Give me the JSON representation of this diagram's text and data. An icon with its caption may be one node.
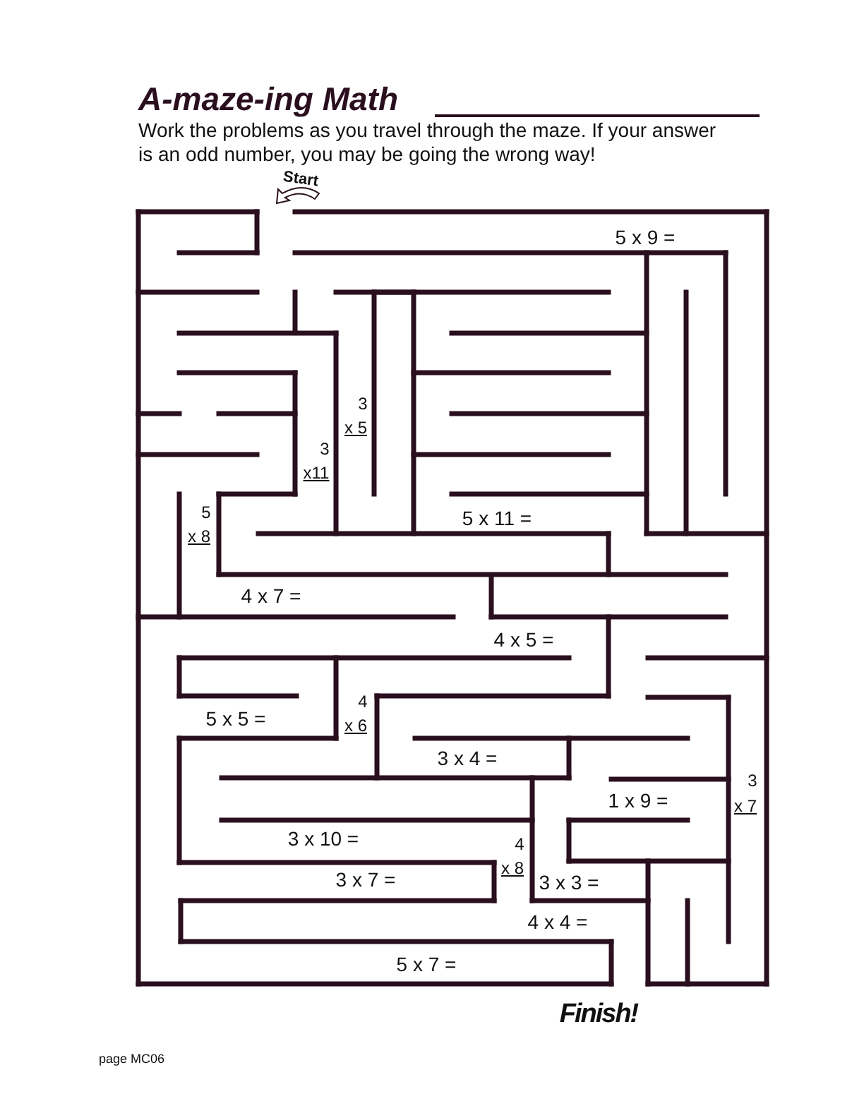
{
  "diagram": {
    "title": "A-maze-ing Math",
    "labels": [
      "Work the problems as you travel through the maze. If your answer is an odd number, you may be going the wrong way!",
      "Start",
      "5 x 9 =",
      "3",
      "x 5",
      "3",
      "x11",
      "5",
      "x 8",
      "5 x 11 =",
      "4 x 7 =",
      "4 x 5 =",
      "4",
      "x 6",
      "5 x 5 =",
      "3 x 4 =",
      "3",
      "x 7",
      "1 x 9 =",
      "3 x 10 =",
      "4",
      "x 8",
      "3 x 7 =",
      "3 x 3 =",
      "4 x 4 =",
      "5 x 7 =",
      "Finish!",
      "page MC06"
    ]
  }
}
